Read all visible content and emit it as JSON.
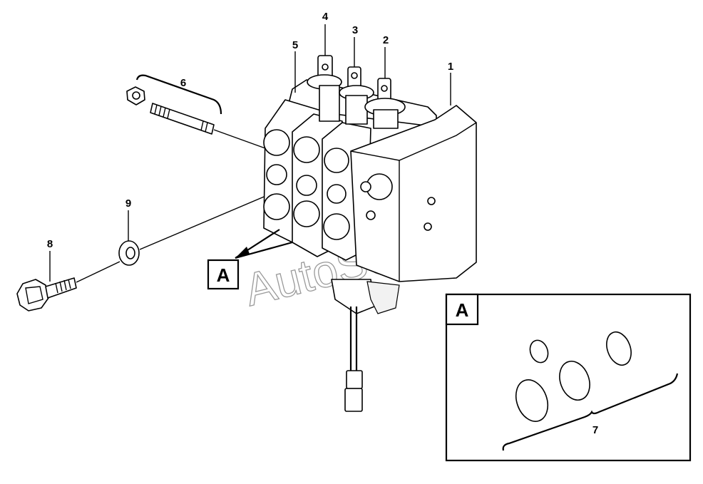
{
  "callouts": {
    "c1": "1",
    "c2": "2",
    "c3": "3",
    "c4": "4",
    "c5": "5",
    "c6": "6",
    "c7": "7",
    "c8": "8",
    "c9": "9"
  },
  "detail": {
    "ref_label": "A",
    "box_label": "A"
  },
  "watermark": "AutoSoft"
}
